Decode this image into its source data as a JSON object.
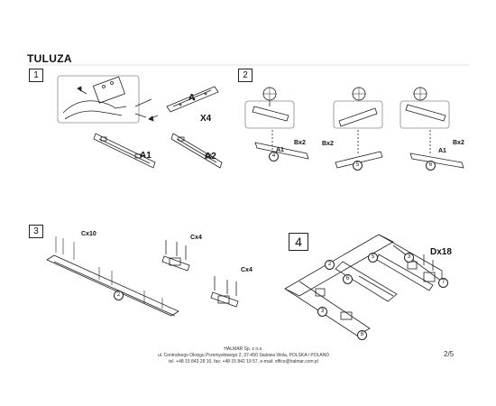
{
  "document": {
    "title": "TULUZA",
    "page_number": "2/5"
  },
  "steps": [
    {
      "number": "1",
      "labels": {
        "a": "A",
        "x4": "X4",
        "a1": "A1",
        "a2": "A2"
      }
    },
    {
      "number": "2",
      "labels": {
        "bx2_left": "Bx2",
        "a1_left": "A1",
        "part_left": "4",
        "bx2_mid": "Bx2",
        "part_mid": "5",
        "a1_right": "A1",
        "bx2_right": "Bx2",
        "part_right": "6"
      }
    },
    {
      "number": "3",
      "labels": {
        "cx10": "Cx10",
        "cx4_top": "Cx4",
        "cx4_bottom": "Cx4",
        "part": "2"
      }
    },
    {
      "number": "4",
      "labels": {
        "dx18": "Dx18",
        "p2": "2",
        "p3a": "3",
        "p3b": "3",
        "p5": "5",
        "p6": "6",
        "p7": "7",
        "p8": "8"
      }
    }
  ],
  "footer": {
    "line1": "HALMAR Sp. z o.o.",
    "line2": "ul. Centralnego Okręgu Przemysłowego 2, 37-450 Stalowa Wola, POLSKA / POLAND",
    "line3": "tel. +48 15 843 28 10, fax: +48 15 842 19 57, e-mail: office@halmar.com.pl"
  }
}
